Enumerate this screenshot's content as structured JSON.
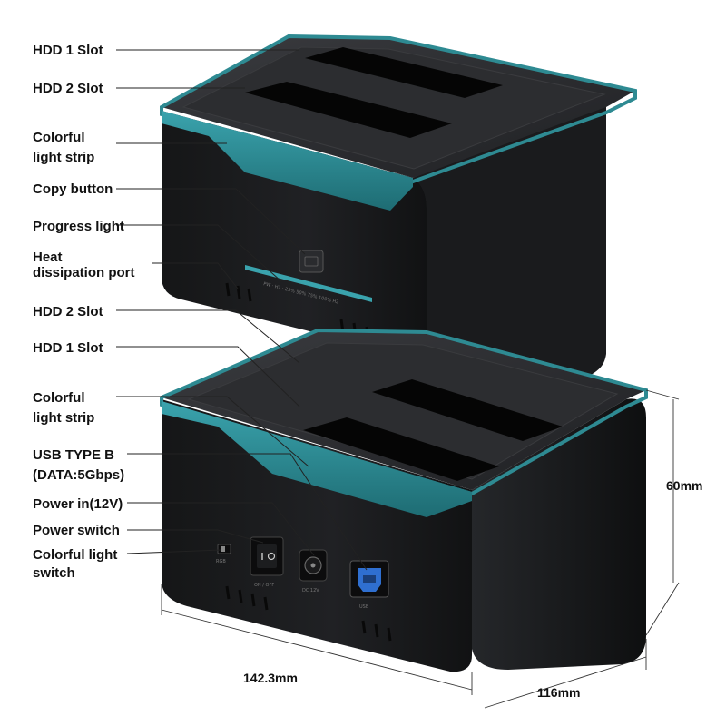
{
  "colors": {
    "body": "#1b1c1e",
    "top_face": "#2a2b2e",
    "accent_teal": "#2e8a92",
    "usb_blue": "#2f6fd0",
    "text": "#111111"
  },
  "top_dock_labels": {
    "hdd1_slot": "HDD 1 Slot",
    "hdd2_slot": "HDD 2 Slot",
    "light_strip_line1": "Colorful",
    "light_strip_line2": "light strip",
    "copy_button": "Copy button",
    "progress_light": "Progress light",
    "heat_line1": "Heat",
    "heat_line2": "dissipation port"
  },
  "bottom_dock_labels": {
    "hdd2_slot": "HDD 2 Slot",
    "hdd1_slot": "HDD 1 Slot",
    "light_strip_line1": "Colorful",
    "light_strip_line2": "light strip",
    "usb_line1": "USB TYPE B",
    "usb_line2": "(DATA:5Gbps)",
    "power_in": "Power in(12V)",
    "power_switch": "Power switch",
    "light_switch_line1": "Colorful light",
    "light_switch_line2": "switch"
  },
  "dimensions": {
    "height": "60mm",
    "width": "142.3mm",
    "depth": "116mm"
  },
  "icons": [
    "copy-button-icon",
    "rocker-switch-icon",
    "dc-jack-icon",
    "usb-b-port-icon",
    "slide-switch-icon"
  ]
}
